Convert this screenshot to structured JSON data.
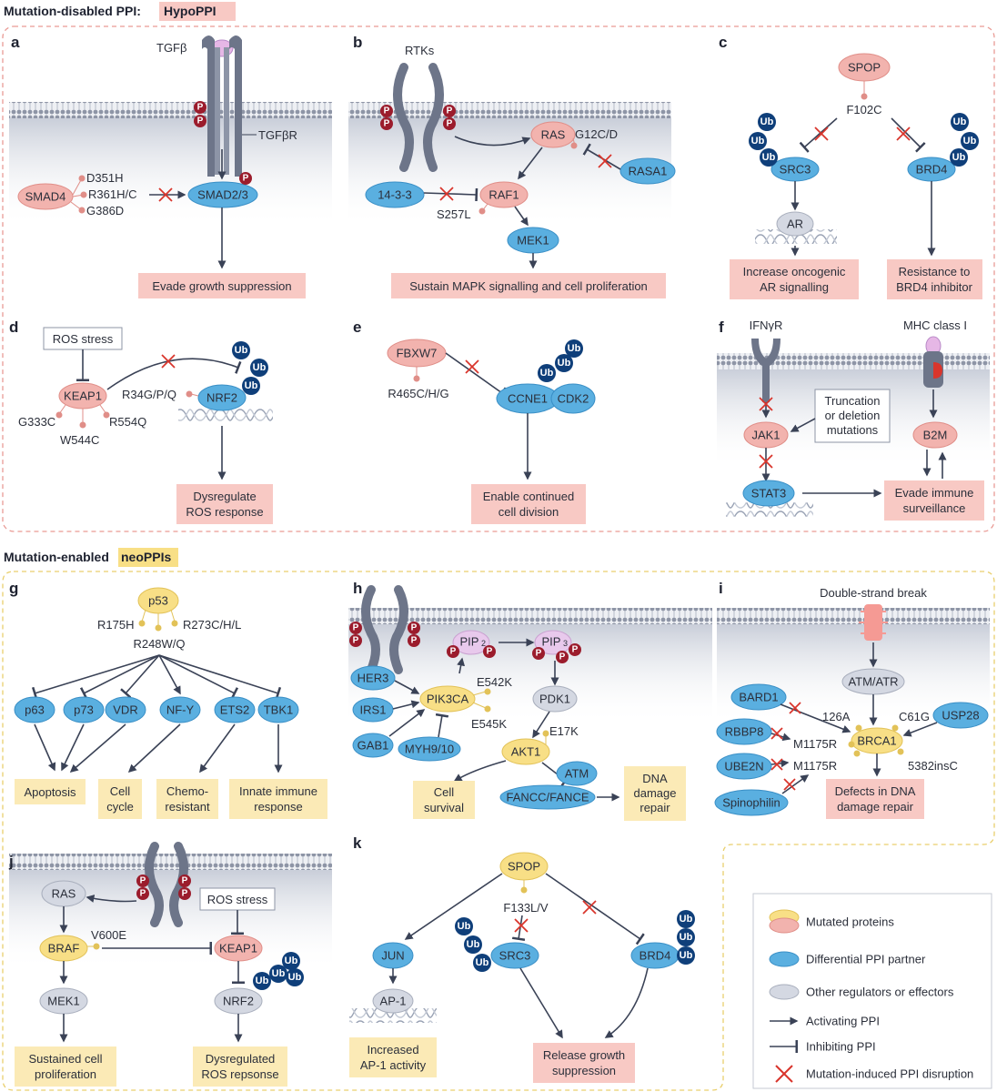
{
  "sections": {
    "hypo_prefix": "Mutation-disabled PPI:",
    "hypo_tag": "HypoPPI",
    "neo_prefix": "Mutation-enabled",
    "neo_tag": "neoPPIs"
  },
  "colors": {
    "mutated_red": "#f2b3ae",
    "mutated_yellow": "#f8df86",
    "partner_blue": "#5aafe0",
    "regulator_grey": "#d4d8e2",
    "outcome_red": "#f8c9c4",
    "outcome_yellow": "#fbeab6",
    "ub_navy": "#0f3f7a",
    "p_maroon": "#9b1c2c",
    "disruption_cross": "#d9352c",
    "arrow": "#3a4256"
  },
  "a": {
    "label": "a",
    "tgfb": "TGFβ",
    "tgfbr": "TGFβR",
    "smad4": "SMAD4",
    "smad23": "SMAD2/3",
    "mut1": "D351H",
    "mut2": "R361H/C",
    "mut3": "G386D",
    "outcome": "Evade growth suppression"
  },
  "b": {
    "label": "b",
    "rtks": "RTKs",
    "ras": "RAS",
    "mut_ras": "G12C/D",
    "rasa1": "RASA1",
    "p1433": "14-3-3",
    "raf1": "RAF1",
    "mut_raf": "S257L",
    "mek1": "MEK1",
    "outcome": "Sustain MAPK signalling and cell proliferation"
  },
  "c": {
    "label": "c",
    "spop": "SPOP",
    "mut": "F102C",
    "src3": "SRC3",
    "brd4": "BRD4",
    "ar": "AR",
    "outcome1_l1": "Increase oncogenic",
    "outcome1_l2": "AR signalling",
    "outcome2_l1": "Resistance to",
    "outcome2_l2": "BRD4 inhibitor"
  },
  "d": {
    "label": "d",
    "ros": "ROS stress",
    "keap1": "KEAP1",
    "nrf2": "NRF2",
    "mut_nrf2": "R34G/P/Q",
    "mut1": "G333C",
    "mut2": "R554Q",
    "mut3": "W544C",
    "outcome_l1": "Dysregulate",
    "outcome_l2": "ROS response"
  },
  "e": {
    "label": "e",
    "fbxw7": "FBXW7",
    "mut": "R465C/H/G",
    "ccne1": "CCNE1",
    "cdk2": "CDK2",
    "outcome_l1": "Enable continued",
    "outcome_l2": "cell division"
  },
  "f": {
    "label": "f",
    "ifngr": "IFNγR",
    "mhc": "MHC class I",
    "jak1": "JAK1",
    "b2m": "B2M",
    "stat3": "STAT3",
    "trunc_l1": "Truncation",
    "trunc_l2": "or deletion",
    "trunc_l3": "mutations",
    "outcome_l1": "Evade immune",
    "outcome_l2": "surveillance"
  },
  "g": {
    "label": "g",
    "p53": "p53",
    "mut1": "R175H",
    "mut2": "R273C/H/L",
    "mut3": "R248W/Q",
    "targets": [
      "p63",
      "p73",
      "VDR",
      "NF-Y",
      "ETS2",
      "TBK1"
    ],
    "out1": "Apoptosis",
    "out2_l1": "Cell",
    "out2_l2": "cycle",
    "out3_l1": "Chemo-",
    "out3_l2": "resistant",
    "out4_l1": "Innate immune",
    "out4_l2": "response"
  },
  "h": {
    "label": "h",
    "pip": "PIP",
    "pip2_sub": "2",
    "pip3_sub": "3",
    "her3": "HER3",
    "irs1": "IRS1",
    "gab1": "GAB1",
    "myh": "MYH9/10",
    "pik3ca": "PIK3CA",
    "mut1": "E542K",
    "mut2": "E545K",
    "pdk1": "PDK1",
    "akt1": "AKT1",
    "mut_akt": "E17K",
    "atm": "ATM",
    "fancc": "FANCC/FANCE",
    "out1_l1": "Cell",
    "out1_l2": "survival",
    "out2_l1": "DNA",
    "out2_l2": "damage",
    "out2_l3": "repair"
  },
  "i": {
    "label": "i",
    "dsb": "Double-strand break",
    "atm_atr": "ATM/ATR",
    "bard1": "BARD1",
    "rbbp8": "RBBP8",
    "ube2n": "UBE2N",
    "spino": "Spinophilin",
    "usp28": "USP28",
    "brca1": "BRCA1",
    "m126": "126A",
    "c61g": "C61G",
    "m1175a": "M1175R",
    "m1175b": "M1175R",
    "ins": "5382insC",
    "out_l1": "Defects in DNA",
    "out_l2": "damage repair"
  },
  "j": {
    "label": "j",
    "ras": "RAS",
    "braf": "BRAF",
    "mut": "V600E",
    "ros": "ROS stress",
    "keap1": "KEAP1",
    "mek1": "MEK1",
    "nrf2": "NRF2",
    "out1_l1": "Sustained cell",
    "out1_l2": "proliferation",
    "out2_l1": "Dysregulated",
    "out2_l2": "ROS repsonse"
  },
  "k": {
    "label": "k",
    "spop": "SPOP",
    "mut": "F133L/V",
    "jun": "JUN",
    "src3": "SRC3",
    "brd4": "BRD4",
    "ap1": "AP-1",
    "out1_l1": "Increased",
    "out1_l2": "AP-1 activity",
    "out2_l1": "Release growth",
    "out2_l2": "suppression"
  },
  "legend": {
    "mutated": "Mutated proteins",
    "partner": "Differential PPI partner",
    "other": "Other regulators or effectors",
    "activating": "Activating PPI",
    "inhibiting": "Inhibiting PPI",
    "disruption": "Mutation-induced PPI disruption"
  },
  "glyphs": {
    "ub": "Ub",
    "p": "P"
  }
}
